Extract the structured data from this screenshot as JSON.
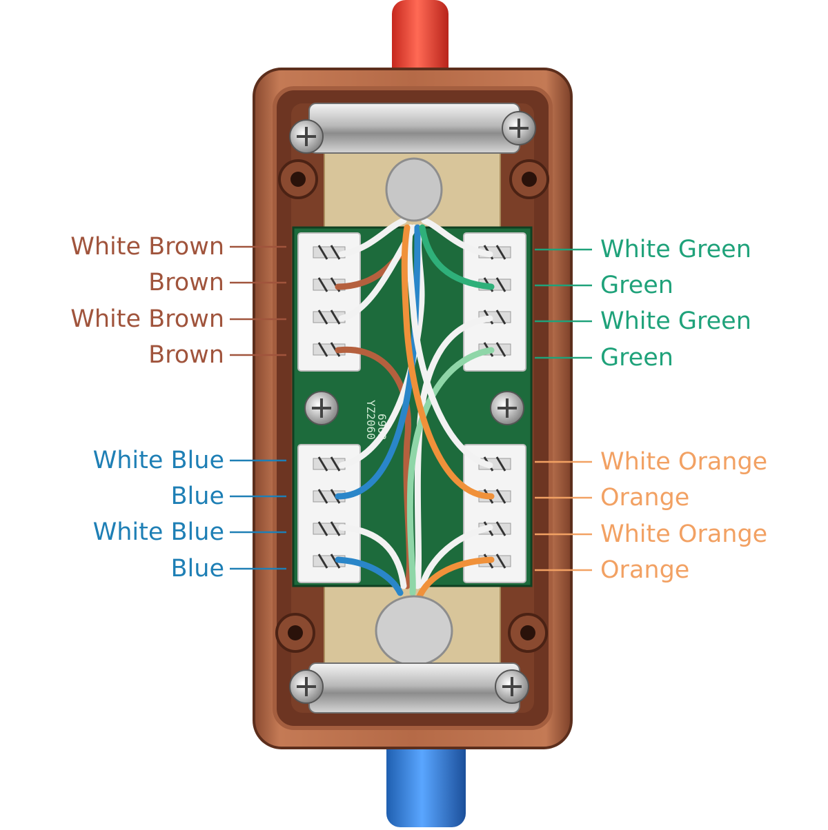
{
  "colors": {
    "brown": "#a0543c",
    "green": "#1fa27a",
    "blue": "#1e7fb5",
    "orange": "#f2a163",
    "enclosure": "#b66a48",
    "pcb": "#1d6b3c",
    "cable_top": "#e63a2c",
    "cable_bottom": "#2f7fd6"
  },
  "pcb": {
    "silkscreen_code_1": "6963",
    "silkscreen_code_2": "YZ2060"
  },
  "labels": {
    "left": [
      {
        "text": "White Brown",
        "color": "brown",
        "wire": "whitebrown"
      },
      {
        "text": "Brown",
        "color": "brown",
        "wire": "brown"
      },
      {
        "text": "White Brown",
        "color": "brown",
        "wire": "whitebrown"
      },
      {
        "text": "Brown",
        "color": "brown",
        "wire": "brown"
      },
      {
        "text": "White Blue",
        "color": "blue",
        "wire": "whiteblue"
      },
      {
        "text": "Blue",
        "color": "blue",
        "wire": "blue"
      },
      {
        "text": "White Blue",
        "color": "blue",
        "wire": "whiteblue"
      },
      {
        "text": "Blue",
        "color": "blue",
        "wire": "blue"
      }
    ],
    "right": [
      {
        "text": "White Green",
        "color": "green",
        "wire": "whitegreen"
      },
      {
        "text": "Green",
        "color": "green",
        "wire": "green"
      },
      {
        "text": "White Green",
        "color": "green",
        "wire": "whitegreen"
      },
      {
        "text": "Green",
        "color": "green",
        "wire": "green"
      },
      {
        "text": "White Orange",
        "color": "orange",
        "wire": "whiteorange"
      },
      {
        "text": "Orange",
        "color": "orange",
        "wire": "orange"
      },
      {
        "text": "White Orange",
        "color": "orange",
        "wire": "whiteorange"
      },
      {
        "text": "Orange",
        "color": "orange",
        "wire": "orange"
      }
    ]
  }
}
